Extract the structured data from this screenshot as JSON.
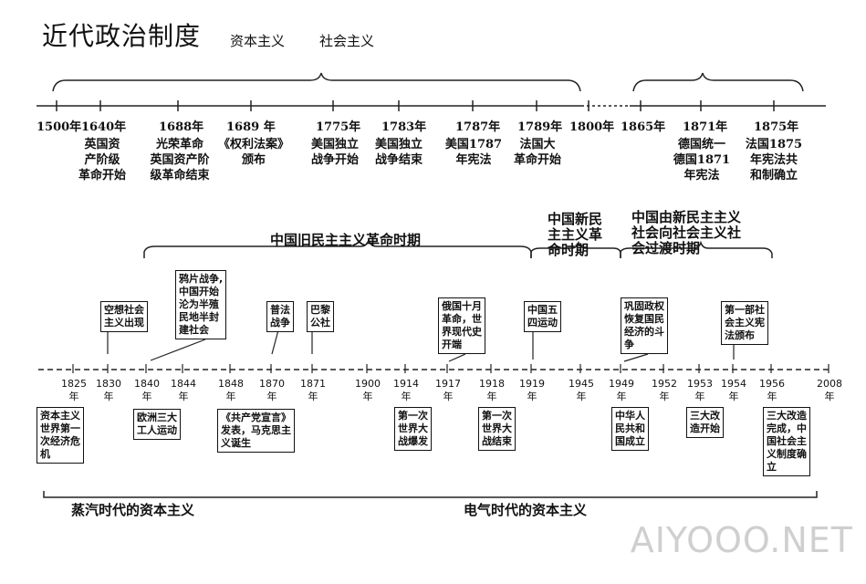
{
  "header": {
    "title": "近代政治制度",
    "subtitle_capitalism": "资本主义",
    "subtitle_socialism": "社会主义"
  },
  "top_timeline": {
    "years": [
      "1500年",
      "1640年",
      "1688年",
      "1689 年",
      "1775年",
      "1783年",
      "1787年",
      "1789年",
      "1800年",
      "1865年",
      "1871年",
      "1875年"
    ],
    "events": [
      "英国资\n产阶级\n革命开始",
      "光荣革命\n英国资产阶\n级革命结束",
      "《权利法案》\n颁布",
      "美国独立\n战争开始",
      "美国独立\n战争结束",
      "美国1787\n年宪法",
      "法国大\n革命开始",
      "德国统一\n德国1871\n年宪法",
      "法国1875\n年宪法共\n和制确立"
    ]
  },
  "periods": {
    "old_democratic": "中国旧民主主义革命时期",
    "new_democratic": "中国新民\n主主义革\n命时期",
    "transition": "中国由新民主主义\n社会向社会主义社\n会过渡时期"
  },
  "bottom_timeline": {
    "ticks": [
      {
        "year": "1825",
        "unit": "年"
      },
      {
        "year": "1830",
        "unit": "年"
      },
      {
        "year": "1840",
        "unit": "年"
      },
      {
        "year": "1844",
        "unit": "年"
      },
      {
        "year": "1848",
        "unit": "年"
      },
      {
        "year": "1870",
        "unit": "年"
      },
      {
        "year": "1871",
        "unit": "年"
      },
      {
        "year": "1900",
        "unit": "年"
      },
      {
        "year": "1914",
        "unit": "年"
      },
      {
        "year": "1917",
        "unit": "年"
      },
      {
        "year": "1918",
        "unit": "年"
      },
      {
        "year": "1919",
        "unit": "年"
      },
      {
        "year": "1945",
        "unit": "年"
      },
      {
        "year": "1949",
        "unit": "年"
      },
      {
        "year": "1952",
        "unit": "年"
      },
      {
        "year": "1953",
        "unit": "年"
      },
      {
        "year": "1954",
        "unit": "年"
      },
      {
        "year": "1956",
        "unit": "年"
      },
      {
        "year": "2008",
        "unit": "年"
      }
    ],
    "upper_boxes": {
      "utopian": "空想社会\n主义出现",
      "opium_war": "鸦片战争,\n中国开始\n沦为半殖\n民地半封\n建社会",
      "franco_prussian": "普法\n战争",
      "paris_commune": "巴黎\n公社",
      "october_revolution": "俄国十月\n革命，世\n界现代史\n开端",
      "may_fourth": "中国五\n四运动",
      "consolidation": "巩固政权\n恢复国民\n经济的斗\n争",
      "constitution": "第一部社\n会主义宪\n法颁布"
    },
    "lower_boxes": {
      "crisis": "资本主义\n世界第一\n次经济危\n机",
      "workers": "欧洲三大\n工人运动",
      "manifesto": "《共产党宣言》\n发表，马克思主\n义诞生",
      "ww1_start": "第一次\n世界大\n战爆发",
      "ww1_end": "第一次\n世界大\n战结束",
      "prc": "中华人\n民共和\n国成立",
      "three_transform": "三大改\n造开始",
      "three_transform_done": "三大改造\n完成，中\n国社会主\n义制度确\n立"
    },
    "eras": {
      "steam": "蒸汽时代的资本主义",
      "electric": "电气时代的资本主义"
    }
  },
  "watermark": "AIYOOO.NET"
}
